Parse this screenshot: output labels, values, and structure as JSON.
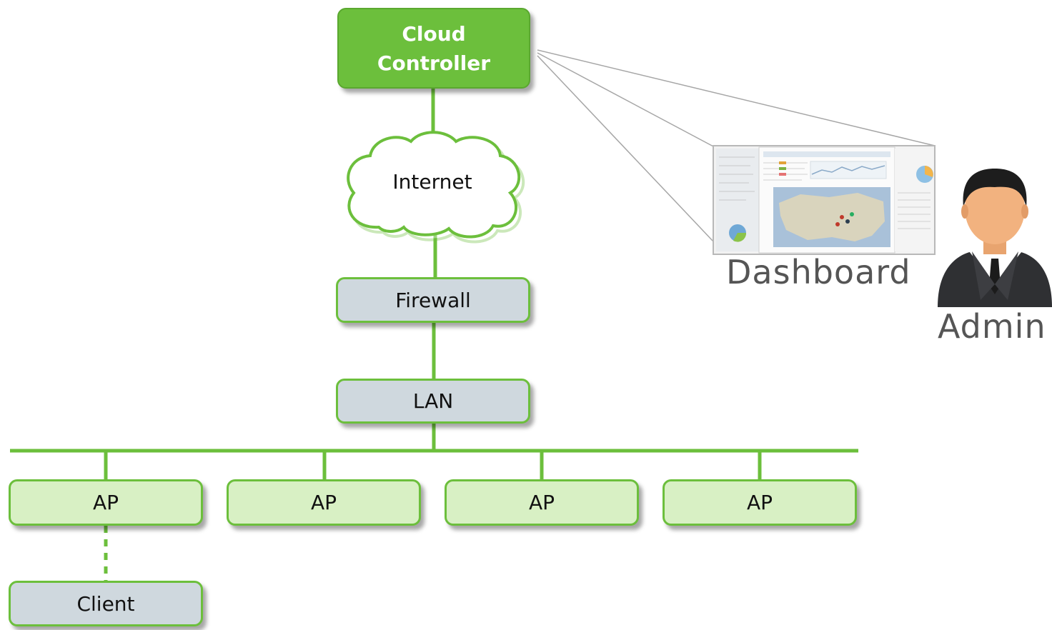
{
  "nodes": {
    "cloud_controller": "Cloud\nController",
    "internet": "Internet",
    "firewall": "Firewall",
    "lan": "LAN",
    "ap": [
      "AP",
      "AP",
      "AP",
      "AP"
    ],
    "client": "Client"
  },
  "labels": {
    "dashboard": "Dashboard",
    "admin": "Admin"
  },
  "colors": {
    "accent_green": "#6cbf3c",
    "controller_fill": "#6cbf3c",
    "network_fill": "#cfd8de",
    "ap_fill": "#d8f0c4",
    "label_text": "#555555"
  }
}
